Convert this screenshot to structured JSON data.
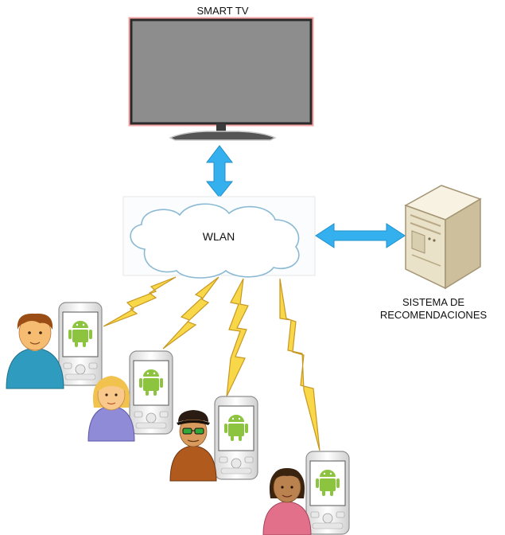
{
  "tv": {
    "title": "SMART TV"
  },
  "network": {
    "label": "WLAN"
  },
  "recommender": {
    "line1": "SISTEMA DE",
    "line2": "RECOMENDACIONES"
  },
  "colors": {
    "screen": "#8d8d8d",
    "screen_border": "#2a2a2a",
    "tv_glow": "#f3a3a3",
    "arrow": "#34b0ee",
    "lightning": "#f8d849",
    "lightning_stroke": "#c79722",
    "cloud_stroke": "#8ab9d4",
    "server_body": "#e6ddc2",
    "android_green": "#8cc440"
  },
  "users": [
    {
      "avatar": "boy-avatar",
      "shirt": "#2f9cbf",
      "hair": "#9a4e15"
    },
    {
      "avatar": "blonde-girl-avatar",
      "shirt": "#8f8bd6",
      "hair": "#f2c24e"
    },
    {
      "avatar": "man-with-cap-and-sunglasses-avatar",
      "shirt": "#b05a1e",
      "hair": "#2a1c12"
    },
    {
      "avatar": "curly-woman-avatar",
      "shirt": "#e3708a",
      "hair": "#3a2410"
    }
  ]
}
